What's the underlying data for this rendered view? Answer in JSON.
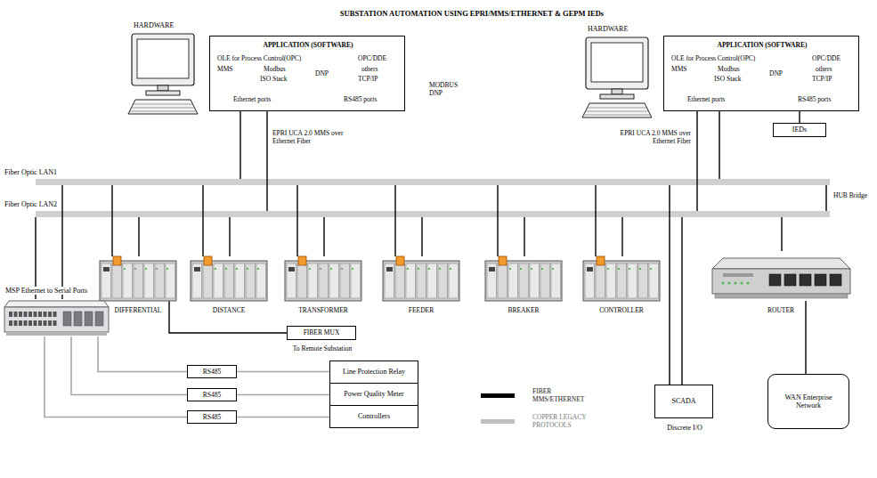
{
  "diagram": {
    "title": "SUBSTATION AUTOMATION USING EPRI/MMS/ETHERNET & GEPM IEDs",
    "nodes": [
      {
        "text": [
          "HARDWARE"
        ]
      },
      {
        "text": [
          "APPLICATION (SOFTWARE)",
          "OLE for Process Control(OPC)",
          "MMS",
          "Modbus",
          "ISO Stack",
          "DNP",
          "OPC/DDE",
          "others",
          "TCP/IP",
          "Ethernet ports",
          "RS485 ports"
        ]
      },
      {
        "text": [
          "HARDWARE"
        ]
      },
      {
        "text": [
          "APPLICATION (SOFTWARE)",
          "OLE for Process Control(OPC)",
          "MMS",
          "Modbus",
          "ISO Stack",
          "DNP",
          "OPC/DDE",
          "others",
          "TCP/IP",
          "Ethernet ports",
          "RS485 ports"
        ]
      },
      {
        "text": [
          "IEDs"
        ]
      },
      {
        "text": [
          "Fiber Optic LAN1"
        ]
      },
      {
        "text": [
          "Fiber Optic LAN2"
        ]
      },
      {
        "text": [
          "DIFFERENTIAL"
        ]
      },
      {
        "text": [
          "DISTANCE"
        ]
      },
      {
        "text": [
          "TRANSFORMER"
        ]
      },
      {
        "text": [
          "FEEDER"
        ]
      },
      {
        "text": [
          "BREAKER"
        ]
      },
      {
        "text": [
          "CONTROLLER"
        ]
      },
      {
        "text": [
          "ROUTER"
        ]
      },
      {
        "text": [
          "MSP Ethernet to Serial Ports"
        ]
      },
      {
        "text": [
          "FIBER MUX",
          "To Remote Substation"
        ]
      },
      {
        "text": [
          "RS485"
        ]
      },
      {
        "text": [
          "RS485"
        ]
      },
      {
        "text": [
          "RS485"
        ]
      },
      {
        "text": [
          "Line Protection Relay"
        ]
      },
      {
        "text": [
          "Power Quality Meter"
        ]
      },
      {
        "text": [
          "Controllers"
        ]
      },
      {
        "text": [
          "SCADA",
          "Discrete I/O"
        ]
      },
      {
        "text": [
          "WAN Enterprise Network"
        ]
      }
    ],
    "edges": [
      {
        "from": 1,
        "to": 5,
        "arrow": "none"
      },
      {
        "from": 1,
        "to": 6,
        "arrow": "none"
      },
      {
        "from": 3,
        "to": 6,
        "arrow": "none"
      },
      {
        "from": 3,
        "to": 5,
        "arrow": "none"
      },
      {
        "from": 3,
        "to": 4,
        "arrow": "none"
      },
      {
        "from": 5,
        "to": 6,
        "arrow": "none"
      },
      {
        "from": 5,
        "to": 14,
        "arrow": "none"
      },
      {
        "from": 6,
        "to": 14,
        "arrow": "none"
      },
      {
        "from": 5,
        "to": 7,
        "arrow": "none"
      },
      {
        "from": 6,
        "to": 7,
        "arrow": "none"
      },
      {
        "from": 5,
        "to": 8,
        "arrow": "none"
      },
      {
        "from": 6,
        "to": 8,
        "arrow": "none"
      },
      {
        "from": 5,
        "to": 9,
        "arrow": "none"
      },
      {
        "from": 6,
        "to": 9,
        "arrow": "none"
      },
      {
        "from": 5,
        "to": 10,
        "arrow": "none"
      },
      {
        "from": 6,
        "to": 10,
        "arrow": "none"
      },
      {
        "from": 5,
        "to": 11,
        "arrow": "none"
      },
      {
        "from": 6,
        "to": 11,
        "arrow": "none"
      },
      {
        "from": 5,
        "to": 12,
        "arrow": "none"
      },
      {
        "from": 6,
        "to": 12,
        "arrow": "none"
      },
      {
        "from": 7,
        "to": 15,
        "arrow": "none"
      },
      {
        "from": 6,
        "to": 13,
        "arrow": "none"
      },
      {
        "from": 13,
        "to": 23,
        "arrow": "none"
      },
      {
        "from": 5,
        "to": 22,
        "arrow": "none"
      },
      {
        "from": 6,
        "to": 22,
        "arrow": "none"
      },
      {
        "from": 14,
        "to": 16,
        "arrow": "none"
      },
      {
        "from": 14,
        "to": 17,
        "arrow": "none"
      },
      {
        "from": 14,
        "to": 18,
        "arrow": "none"
      },
      {
        "from": 16,
        "to": 19,
        "arrow": "none"
      },
      {
        "from": 17,
        "to": 20,
        "arrow": "none"
      },
      {
        "from": 18,
        "to": 21,
        "arrow": "none"
      }
    ],
    "labels": [
      "EPRI UCA 2.0 MMS over Ethernet Fiber",
      "MODBUS DNP",
      "EPRI UCA 2.0 MMS over Ethernet Fiber",
      "HUB Bridge"
    ],
    "legend": [
      {
        "text": "FIBER MMS/ETHERNET",
        "color": "#000000"
      },
      {
        "text": "COPPER LEGACY PROTOCOLS",
        "color": "#c0c0c0"
      }
    ]
  }
}
